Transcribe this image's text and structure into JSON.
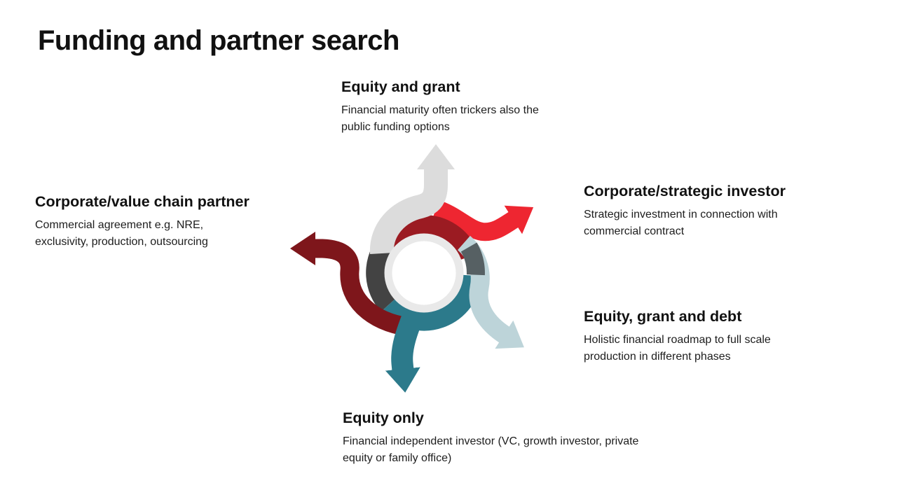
{
  "slide": {
    "title": "Funding and partner search"
  },
  "items": [
    {
      "id": "equity-grant",
      "label": "Equity and grant",
      "description": "Financial maturity often trickers also the public funding options",
      "arrow_color": "#DCDCDC",
      "direction": "up"
    },
    {
      "id": "corporate-strategic-investor",
      "label": "Corporate/strategic investor",
      "description": "Strategic investment in connection with commercial contract",
      "arrow_color": "#EE2631",
      "direction": "upper-right"
    },
    {
      "id": "equity-grant-and-debt",
      "label": "Equity, grant and debt",
      "description": "Holistic financial roadmap to full scale production in different phases",
      "arrow_color": "#BDD4D9",
      "direction": "lower-right"
    },
    {
      "id": "equity-only",
      "label": "Equity only",
      "description": "Financial independent investor (VC, growth investor, private equity or family office)",
      "arrow_color": "#2C7A8B",
      "direction": "down"
    },
    {
      "id": "corporate-value-chain-partner",
      "label": "Corporate/value chain partner",
      "description": "Commercial agreement e.g. NRE, exclusivity, production, outsourcing",
      "arrow_color": "#7E161B",
      "direction": "left"
    }
  ],
  "diagram": {
    "hub_fill": "#FFFFFF",
    "hub_ring_color": "#E9E9E9",
    "ring": {
      "crimson": "#9B1B22",
      "dark_gray": "#434343",
      "notch_gray": "#566063"
    }
  }
}
